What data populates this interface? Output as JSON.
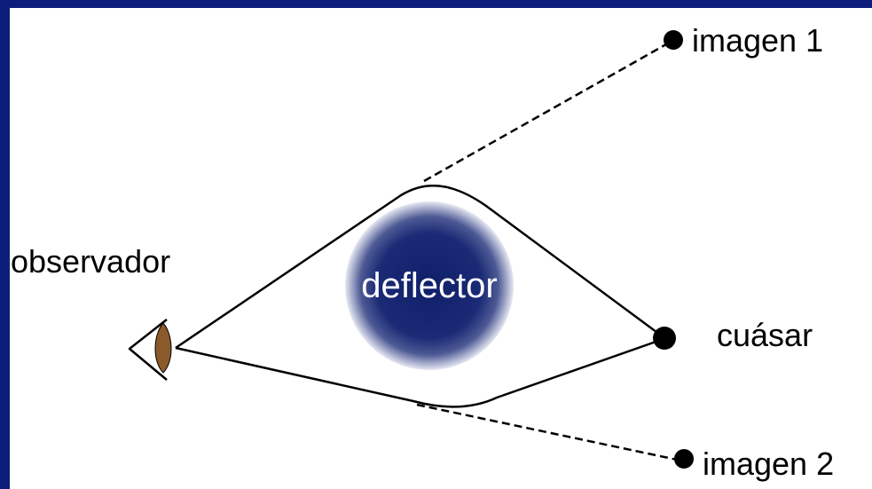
{
  "labels": {
    "image1": "imagen 1",
    "image2": "imagen 2",
    "quasar": "cuásar",
    "observer": "observador",
    "deflector": "deflector"
  },
  "colors": {
    "frame": "#0b1f7a",
    "background": "#ffffff",
    "deflector_center": "#0f1f6a",
    "deflector_edge": "#e6e8f2",
    "eye_iris": "#8b5a2b",
    "lines": "#000000"
  },
  "icons": {
    "observer": "eye-icon",
    "quasar": "filled-dot",
    "images": "filled-dot"
  }
}
